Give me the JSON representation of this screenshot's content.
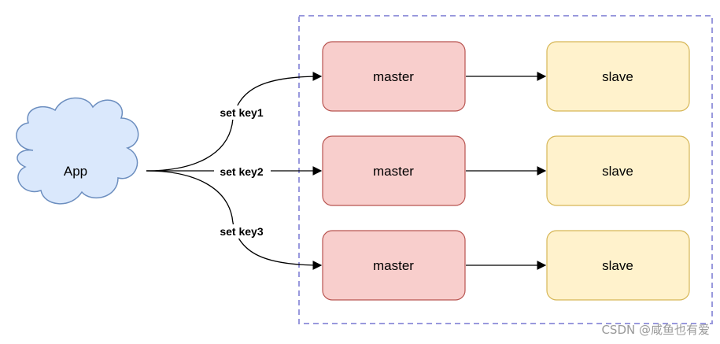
{
  "app": {
    "label": "App"
  },
  "edges": [
    {
      "label": "set key1"
    },
    {
      "label": "set key2"
    },
    {
      "label": "set key3"
    }
  ],
  "masters": [
    {
      "label": "master"
    },
    {
      "label": "master"
    },
    {
      "label": "master"
    }
  ],
  "slaves": [
    {
      "label": "slave"
    },
    {
      "label": "slave"
    },
    {
      "label": "slave"
    }
  ],
  "watermark": "CSDN @咸鱼也有爱",
  "colors": {
    "master_fill": "#f8cecc",
    "master_stroke": "#b85450",
    "slave_fill": "#fff2cc",
    "slave_stroke": "#d6b656",
    "cloud_fill": "#dae8fc",
    "cloud_stroke": "#6c8ebf",
    "cluster_border": "#9999dd"
  }
}
